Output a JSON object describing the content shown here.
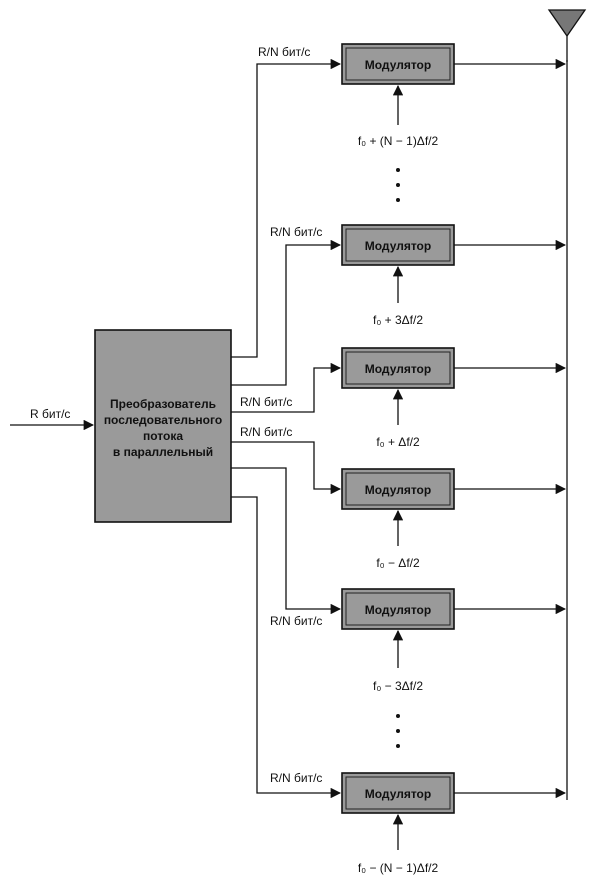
{
  "input": {
    "rate_label": "R бит/с"
  },
  "converter": {
    "lines": [
      "Преобразователь",
      "последовательного",
      "потока",
      "в параллельный"
    ]
  },
  "branch_rate_label": "R/N бит/с",
  "modulators": [
    {
      "label": "Модулятор",
      "freq": "f₀ + (N − 1)Δf/2"
    },
    {
      "label": "Модулятор",
      "freq": "f₀ + 3Δf/2"
    },
    {
      "label": "Модулятор",
      "freq": "f₀ + Δf/2"
    },
    {
      "label": "Модулятор",
      "freq": "f₀ − Δf/2"
    },
    {
      "label": "Модулятор",
      "freq": "f₀ − 3Δf/2"
    },
    {
      "label": "Модулятор",
      "freq": "f₀ − (N − 1)Δf/2"
    }
  ],
  "colors": {
    "box_fill": "#9a9a9a",
    "line": "#111111"
  }
}
